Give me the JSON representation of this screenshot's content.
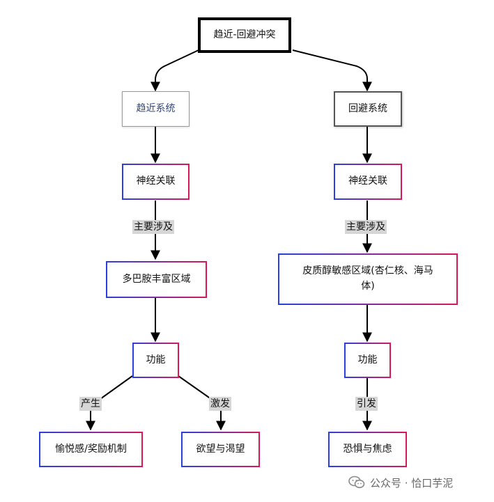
{
  "nodes": {
    "root": "趋近-回避冲突",
    "approach_system": "趋近系统",
    "avoid_system": "回避系统",
    "approach_neural": "神经关联",
    "avoid_neural": "神经关联",
    "dopamine_region": "多巴胺丰富区域",
    "sensitive_region": "皮质醇敏感区域(杏仁核、海马体)",
    "approach_function": "功能",
    "avoid_function": "功能",
    "pleasure": "愉悦感/奖励机制",
    "desire": "欲望与渴望",
    "fear": "恐惧与焦虑"
  },
  "edge_labels": {
    "approach_involves": "主要涉及",
    "avoid_involves": "主要涉及",
    "produces": "产生",
    "stimulates": "激发",
    "triggers": "引发"
  },
  "watermark": {
    "icon": "wechat-icon",
    "text": "公众号 · 恰口芋泥"
  }
}
